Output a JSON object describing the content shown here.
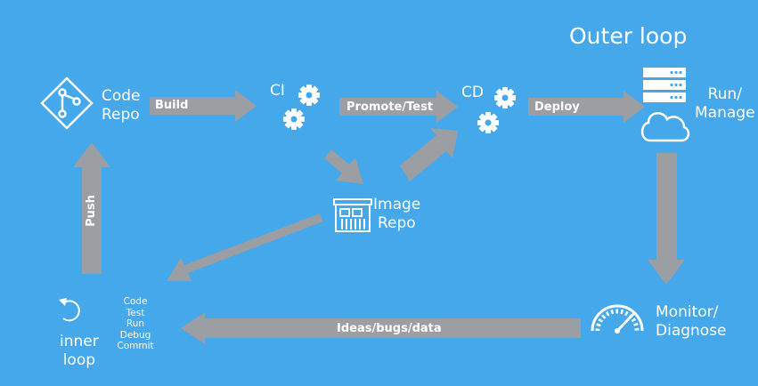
{
  "title": "Outer loop",
  "nodes": {
    "code_repo": [
      "Code",
      "Repo"
    ],
    "ci": "CI",
    "cd": "CD",
    "image_repo": [
      "Image",
      "Repo"
    ],
    "run_manage": [
      "Run/",
      "Manage"
    ],
    "monitor": [
      "Monitor/",
      "Diagnose"
    ],
    "inner_loop": [
      "inner",
      "loop"
    ]
  },
  "arrows": {
    "build": "Build",
    "promote": "Promote/Test",
    "deploy": "Deploy",
    "ideas": "Ideas/bugs/data",
    "push": "Push"
  },
  "inner_steps": [
    "Code",
    "Test",
    "Run",
    "Debug",
    "Commit"
  ],
  "icons": [
    "git-repo-icon",
    "gear-icon",
    "server-icon",
    "cloud-icon",
    "container-registry-icon",
    "gauge-icon",
    "refresh-icon"
  ],
  "colors": {
    "background": "#44a8ea",
    "arrow": "#9b9ea2",
    "foreground": "#ffffff"
  }
}
